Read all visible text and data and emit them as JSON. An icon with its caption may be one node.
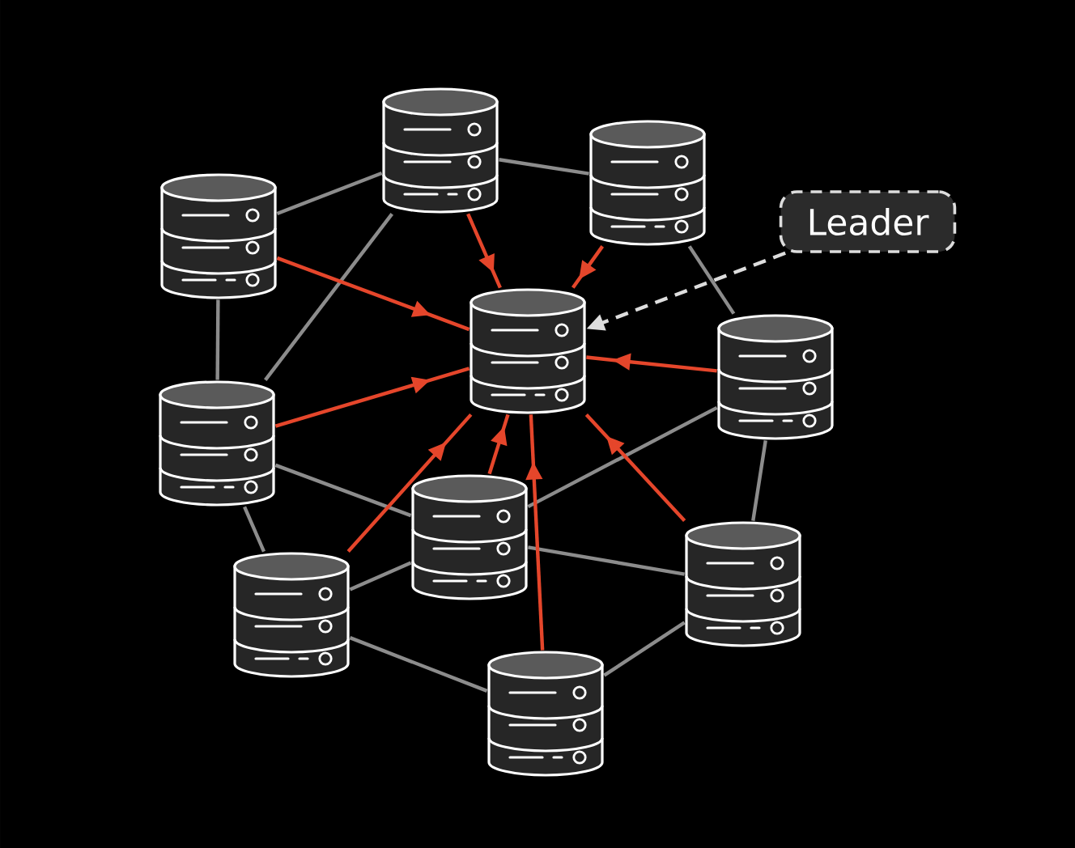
{
  "diagram": {
    "nodes": [
      {
        "text": [],
        "shape": "cylinder"
      },
      {
        "text": [],
        "shape": "cylinder"
      },
      {
        "text": [],
        "shape": "cylinder"
      },
      {
        "text": [
          "Leader"
        ]
      },
      {
        "text": [],
        "shape": "cylinder"
      },
      {
        "text": [],
        "shape": "cylinder"
      },
      {
        "text": [],
        "shape": "cylinder"
      },
      {
        "text": [],
        "shape": "cylinder"
      },
      {
        "text": [],
        "shape": "cylinder"
      },
      {
        "text": [],
        "shape": "cylinder"
      },
      {
        "text": [],
        "shape": "cylinder"
      }
    ],
    "edges": [
      {
        "from": 0,
        "to": 1,
        "arrow": "none"
      },
      {
        "from": 1,
        "to": 2,
        "arrow": "none"
      },
      {
        "from": 0,
        "to": 6,
        "arrow": "none"
      },
      {
        "from": 1,
        "to": 6,
        "arrow": "none"
      },
      {
        "from": 2,
        "to": 5,
        "arrow": "none"
      },
      {
        "from": 6,
        "to": 7,
        "arrow": "none"
      },
      {
        "from": 6,
        "to": 8,
        "arrow": "none"
      },
      {
        "from": 7,
        "to": 8,
        "arrow": "none"
      },
      {
        "from": 7,
        "to": 5,
        "arrow": "none"
      },
      {
        "from": 7,
        "to": 9,
        "arrow": "none"
      },
      {
        "from": 8,
        "to": 10,
        "arrow": "none"
      },
      {
        "from": 10,
        "to": 9,
        "arrow": "none"
      },
      {
        "from": 9,
        "to": 5,
        "arrow": "none"
      },
      {
        "from": 0,
        "to": 4,
        "arrow": "to",
        "color": "#e5462b"
      },
      {
        "from": 1,
        "to": 4,
        "arrow": "to",
        "color": "#e5462b"
      },
      {
        "from": 2,
        "to": 4,
        "arrow": "to",
        "color": "#e5462b"
      },
      {
        "from": 5,
        "to": 4,
        "arrow": "to",
        "color": "#e5462b"
      },
      {
        "from": 6,
        "to": 4,
        "arrow": "to",
        "color": "#e5462b"
      },
      {
        "from": 7,
        "to": 4,
        "arrow": "to",
        "color": "#e5462b"
      },
      {
        "from": 8,
        "to": 4,
        "arrow": "to",
        "color": "#e5462b"
      },
      {
        "from": 10,
        "to": 4,
        "arrow": "to",
        "color": "#e5462b"
      },
      {
        "from": 9,
        "to": 4,
        "arrow": "to",
        "color": "#e5462b"
      },
      {
        "from": 3,
        "to": 4,
        "arrow": "to",
        "style": "dashed",
        "color": "#dddddd"
      }
    ]
  }
}
